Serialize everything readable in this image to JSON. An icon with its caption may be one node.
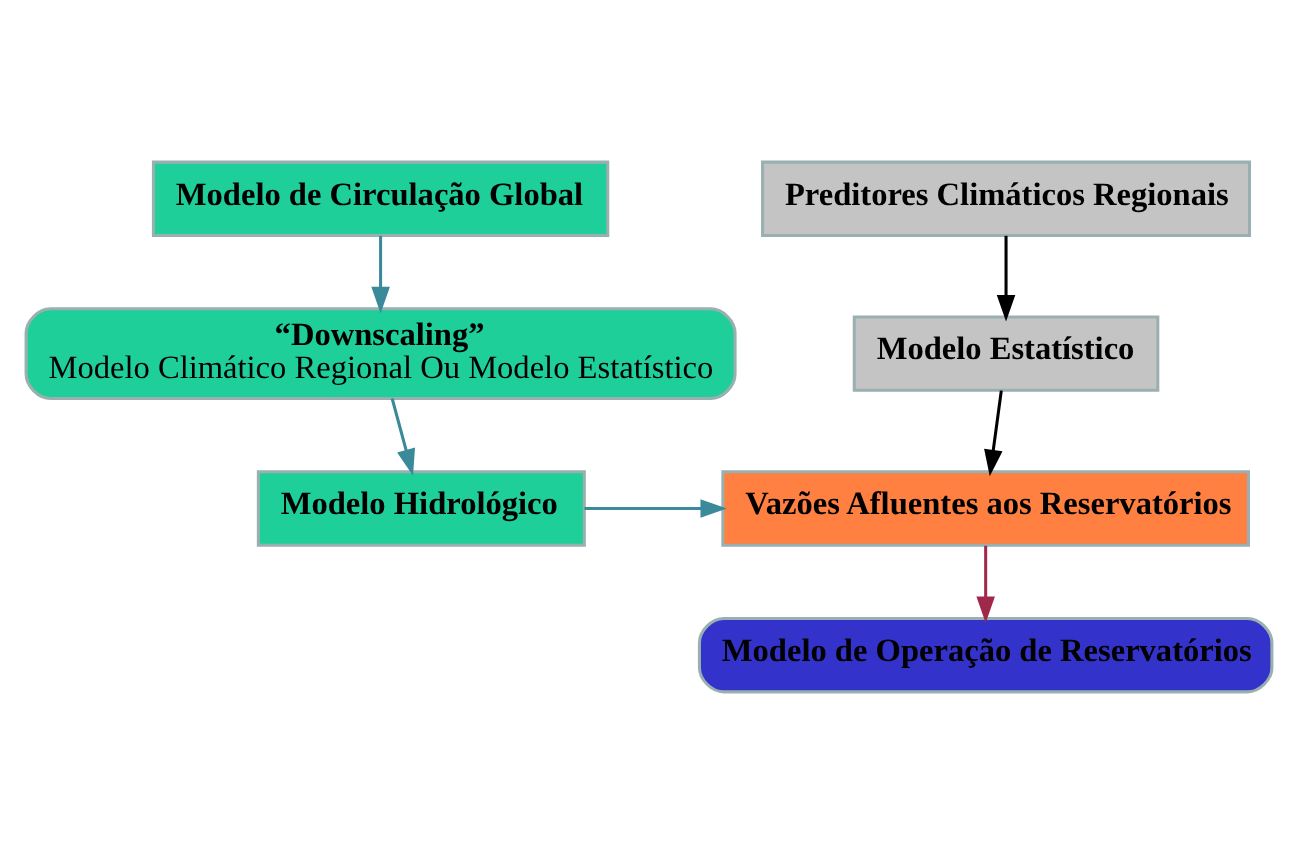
{
  "diagram": {
    "nodes": [
      {
        "text": [
          "Modelo de Circulação Global"
        ]
      },
      {
        "text": [
          "Preditores Climáticos Regionais"
        ]
      },
      {
        "text": [
          "Modelo Estatístico"
        ]
      },
      {
        "text": [
          "“Downscaling”",
          "Modelo Climático Regional Ou Modelo Estatístico"
        ]
      },
      {
        "text": [
          "Modelo Hidrológico"
        ]
      },
      {
        "text": [
          "Vazões Afluentes aos Reservatórios"
        ]
      },
      {
        "text": [
          "Modelo de Operação de Reservatórios"
        ]
      }
    ],
    "edges": [
      {
        "from": 0,
        "to": 3,
        "arrow": "to"
      },
      {
        "from": 1,
        "to": 2,
        "arrow": "to",
        "color": "#000000"
      },
      {
        "from": 2,
        "to": 5,
        "arrow": "to",
        "color": "#000000"
      },
      {
        "from": 3,
        "to": 4,
        "arrow": "to"
      },
      {
        "from": 4,
        "to": 5,
        "arrow": "to"
      },
      {
        "from": 5,
        "to": 6,
        "arrow": "to",
        "color": "#a0284a"
      }
    ]
  }
}
